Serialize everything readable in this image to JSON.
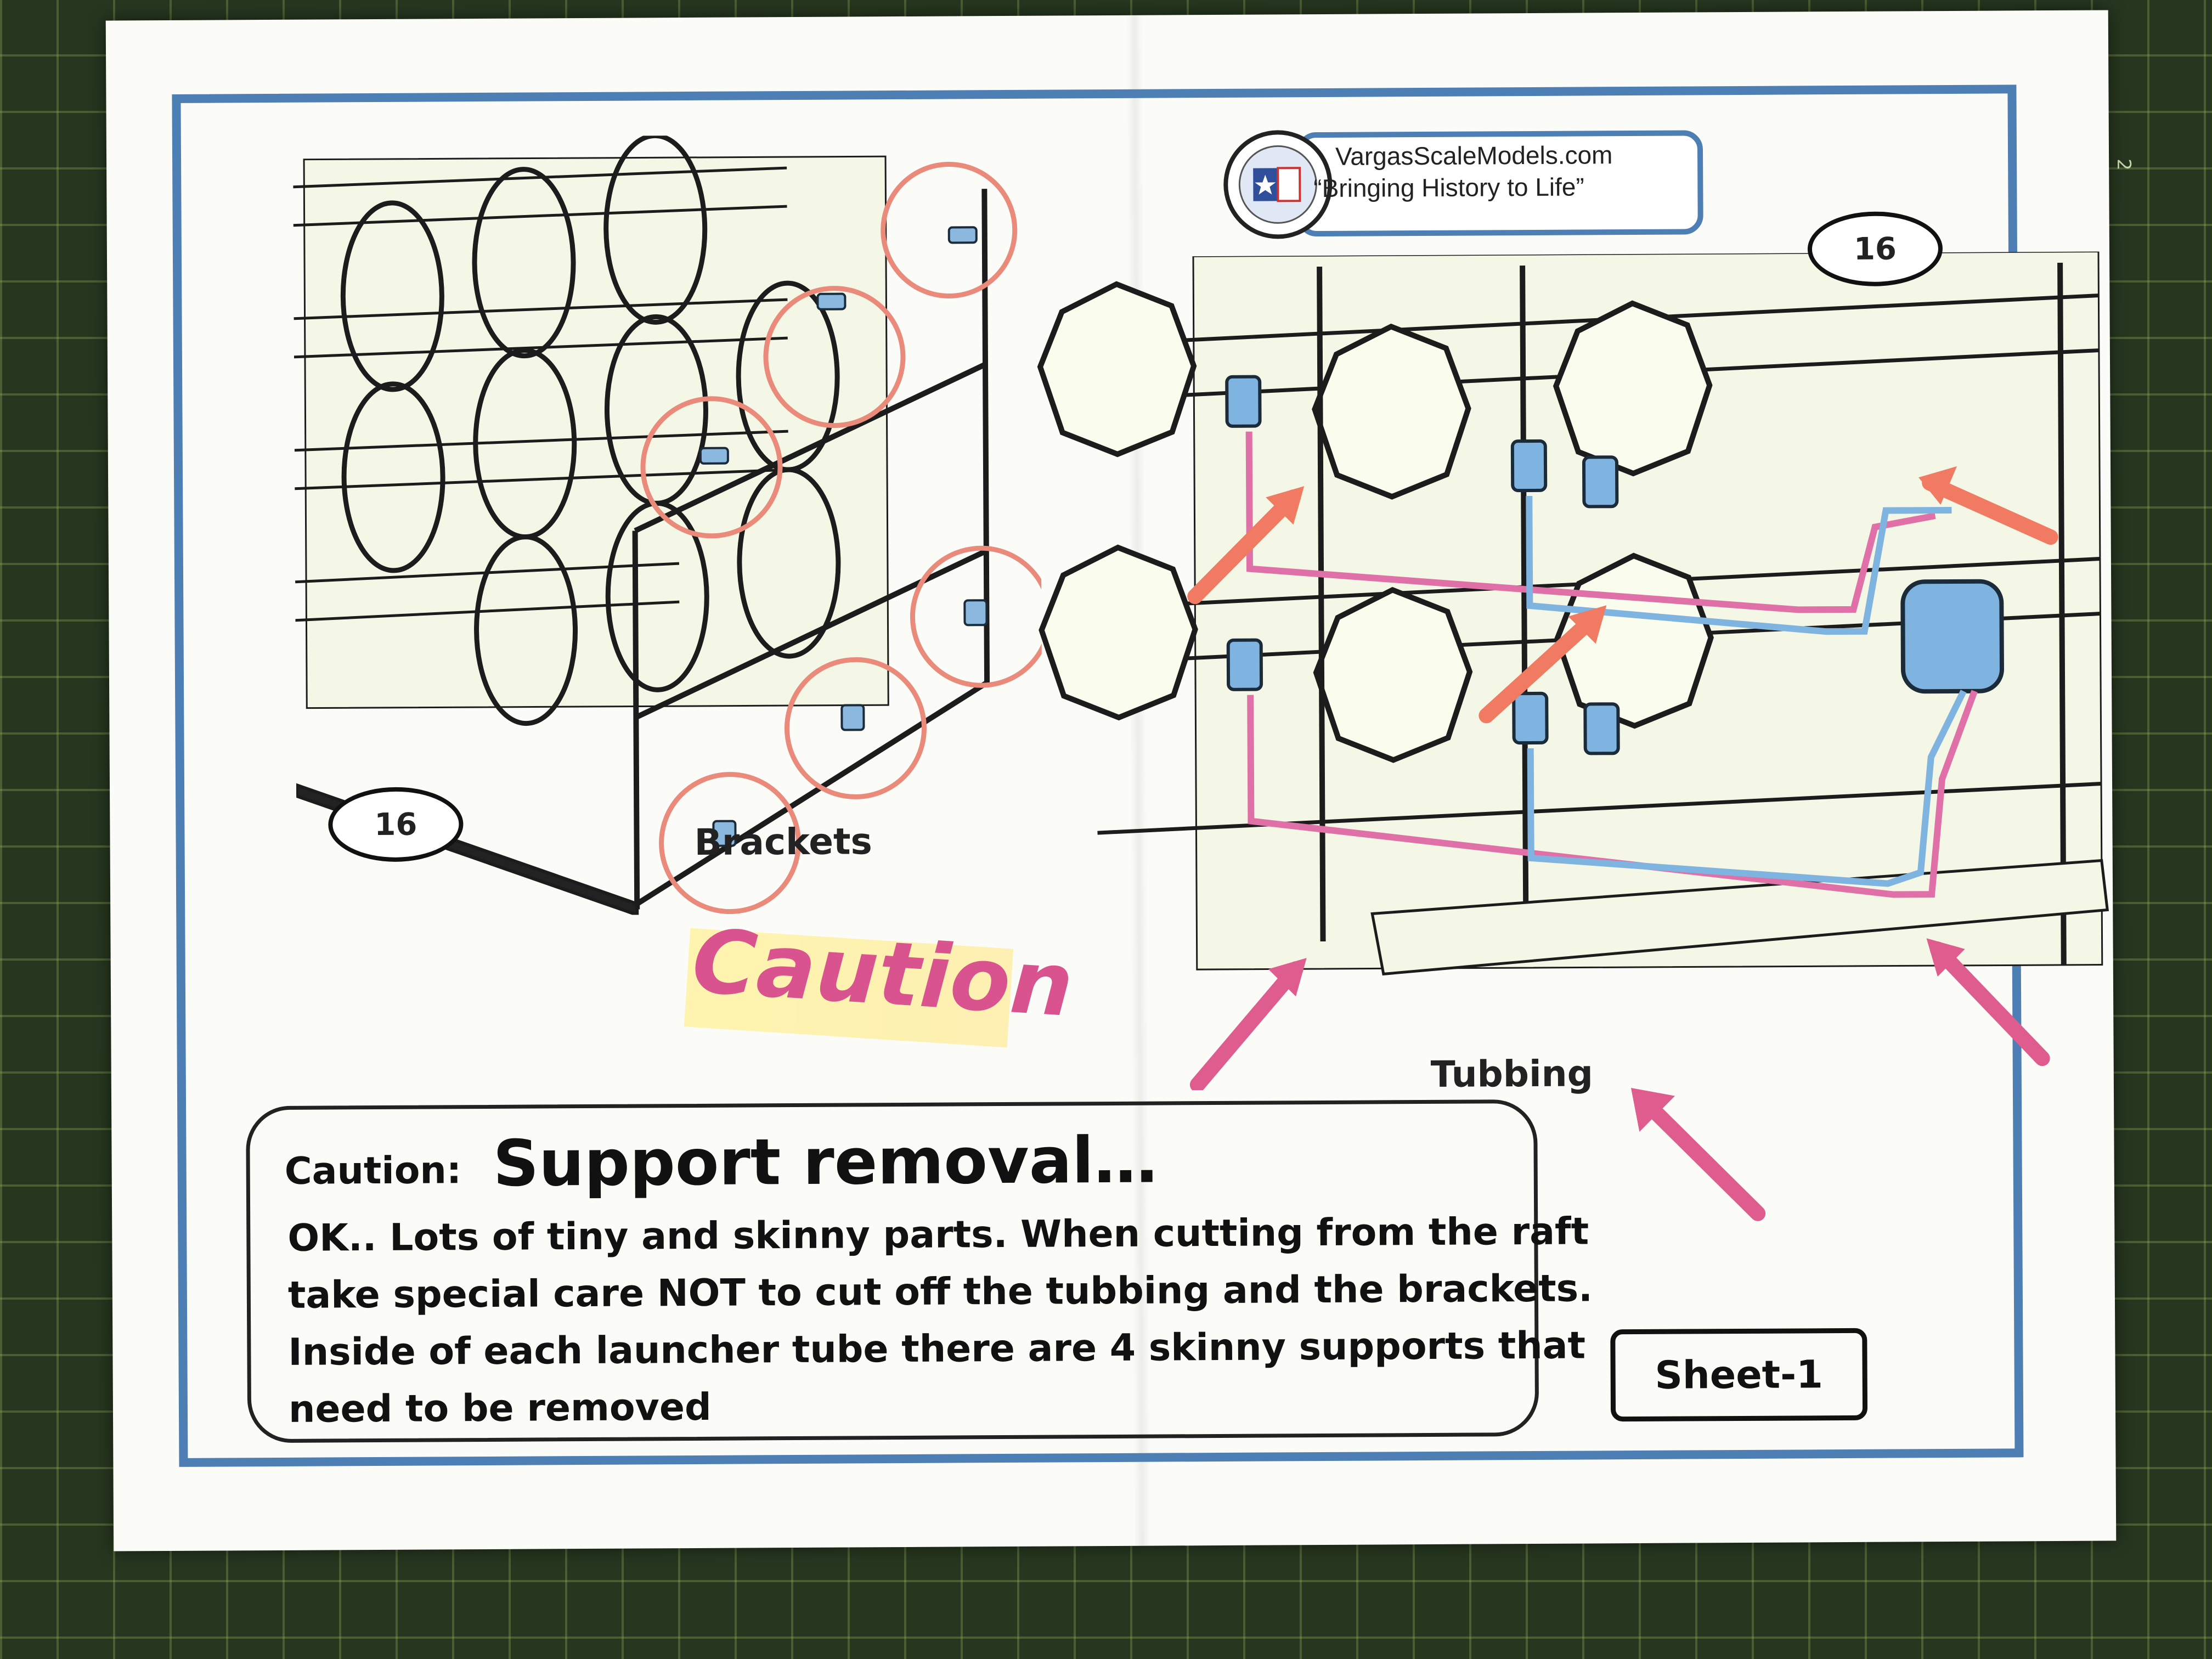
{
  "logo": {
    "site_name": "VargasScaleModels.com",
    "tagline": "“Bringing History to Life”"
  },
  "left_figure": {
    "step_number": "16",
    "callout_label": "Brackets"
  },
  "right_figure": {
    "step_number": "16",
    "callout_label": "Tubbing"
  },
  "caution_stamp": "Caution",
  "note": {
    "prefix": "Caution:",
    "title": "Support removal…",
    "lines": [
      "OK.. Lots of tiny and skinny parts.  When cutting from the raft",
      "take special care NOT to cut off the tubbing and the brackets.",
      "Inside of each launcher tube there are 4 skinny supports that",
      "need to be removed"
    ]
  },
  "sheet_label": "Sheet-1",
  "mat_markings": [
    "2"
  ],
  "colors": {
    "frame_border": "#4d7fb5",
    "caution_text": "#d9548e",
    "highlight_circles": "#e98a7a",
    "arrows_orange": "#f07a62",
    "arrows_pink": "#de5c8e",
    "tubing_blue": "#7fb3e0",
    "tubing_pink": "#e070a8",
    "model_fill": "#eef3d8",
    "cutting_mat": "#26361f"
  }
}
